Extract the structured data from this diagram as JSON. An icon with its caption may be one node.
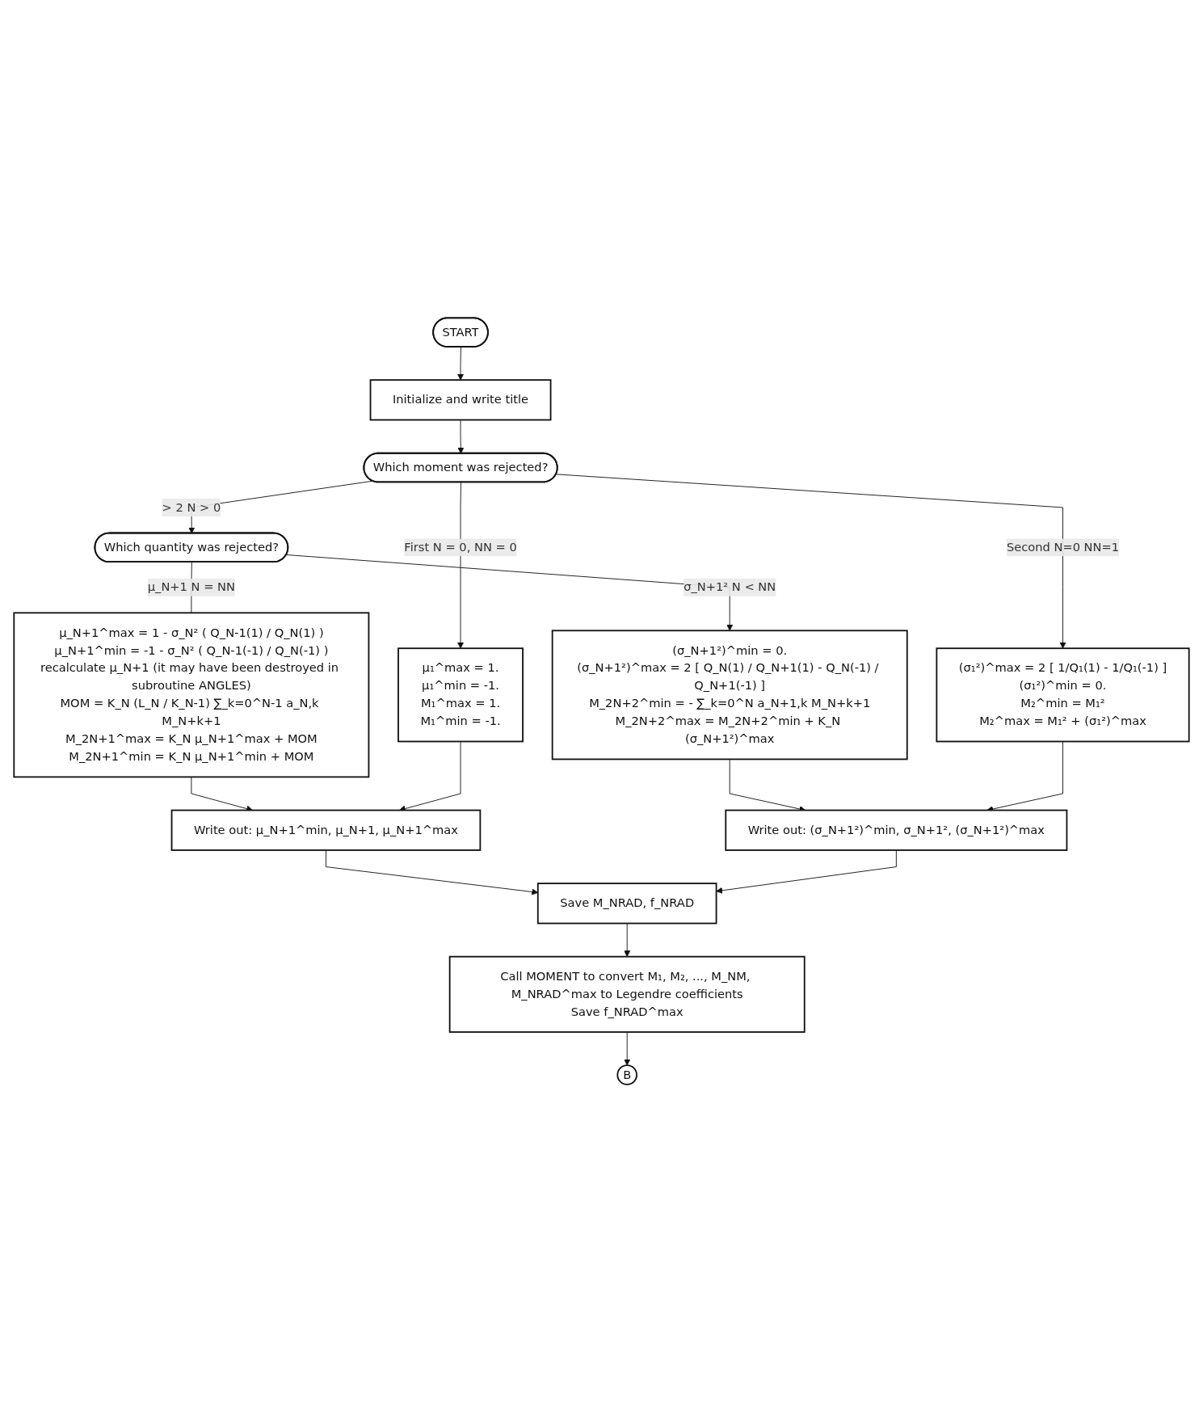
{
  "diagram": {
    "nodes": [
      {
        "text": [
          "START"
        ]
      },
      {
        "text": [
          "Initialize and write title"
        ]
      },
      {
        "text": [
          "Which moment was rejected?"
        ]
      },
      {
        "text": [
          "μ₁^max = 1.",
          "μ₁^min = -1.",
          "M₁^max = 1.",
          "M₁^min = -1."
        ]
      },
      {
        "text": [
          "(σ₁²)^max = 2 [ 1/Q₁(1) - 1/Q₁(-1) ]",
          "(σ₁²)^min = 0.",
          "M₂^min = M₁²",
          "M₂^max = M₁² + (σ₁²)^max"
        ]
      },
      {
        "text": [
          "Which quantity was rejected?"
        ]
      },
      {
        "text": [
          "μ_N+1^max = 1 - σ_N² ( Q_N-1(1) / Q_N(1) )",
          "μ_N+1^min = -1 - σ_N² ( Q_N-1(-1) / Q_N(-1) )",
          "recalculate μ_N+1 (it may have been destroyed in subroutine ANGLES)",
          "MOM = K_N (L_N / K_N-1) ∑_k=0^N-1 a_N,k M_N+k+1",
          "M_2N+1^max = K_N μ_N+1^max + MOM",
          "M_2N+1^min = K_N μ_N+1^min + MOM"
        ]
      },
      {
        "text": [
          "(σ_N+1²)^min = 0.",
          "(σ_N+1²)^max = 2 [ Q_N(1) / Q_N+1(1) - Q_N(-1) / Q_N+1(-1) ]",
          "M_2N+2^min = - ∑_k=0^N a_N+1,k M_N+k+1",
          "M_2N+2^max = M_2N+2^min + K_N (σ_N+1²)^max"
        ]
      },
      {
        "text": [
          "Write out: (σ_N+1²)^min, σ_N+1², (σ_N+1²)^max"
        ]
      },
      {
        "text": [
          "Write out: μ_N+1^min, μ_N+1, μ_N+1^max"
        ]
      },
      {
        "text": [
          "Save M_NRAD, f_NRAD"
        ]
      },
      {
        "text": [
          "Call MOMENT to convert M₁, M₂, ..., M_NM, M_NRAD^max to Legendre coefficients",
          "Save f_NRAD^max"
        ]
      },
      {
        "text": [
          "B"
        ]
      }
    ],
    "edges": [
      {
        "from": 0,
        "to": 1,
        "arrow": "to"
      },
      {
        "from": 1,
        "to": 2,
        "arrow": "to"
      },
      {
        "from": 2,
        "to": 3,
        "arrow": "to",
        "label": "First N = 0, NN = 0"
      },
      {
        "from": 2,
        "to": 4,
        "arrow": "to",
        "label": "Second N=0 NN=1"
      },
      {
        "from": 2,
        "to": 5,
        "arrow": "to",
        "label": "> 2 N > 0"
      },
      {
        "from": 5,
        "to": 6,
        "arrow": "none",
        "label": "μ_N+1 N = NN"
      },
      {
        "from": 5,
        "to": 7,
        "arrow": "to",
        "label": "σ_N+1² N < NN"
      },
      {
        "from": 7,
        "to": 8,
        "arrow": "to"
      },
      {
        "from": 4,
        "to": 8,
        "arrow": "to"
      },
      {
        "from": 6,
        "to": 9,
        "arrow": "to"
      },
      {
        "from": 3,
        "to": 9,
        "arrow": "to"
      },
      {
        "from": 9,
        "to": 10,
        "arrow": "to"
      },
      {
        "from": 8,
        "to": 10,
        "arrow": "to"
      },
      {
        "from": 10,
        "to": 11,
        "arrow": "to"
      },
      {
        "from": 11,
        "to": 12,
        "arrow": "to"
      }
    ]
  }
}
